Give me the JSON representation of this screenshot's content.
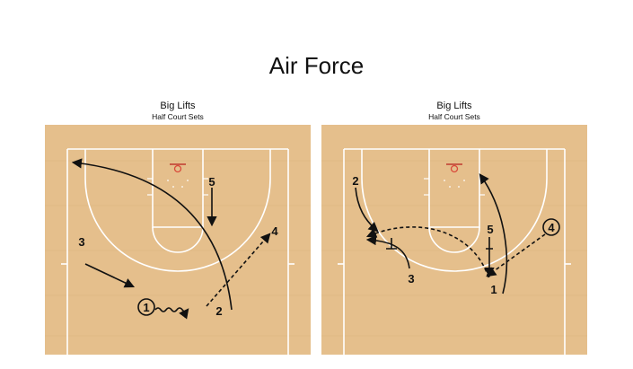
{
  "page": {
    "title": "Air Force"
  },
  "panels": [
    {
      "header": "Big Lifts",
      "subheader": "Half Court Sets",
      "labels": {
        "p1": "1",
        "p2": "2",
        "p3": "3",
        "p4": "4",
        "p5": "5"
      }
    },
    {
      "header": "Big Lifts",
      "subheader": "Half Court Sets",
      "labels": {
        "p1": "1",
        "p2": "2",
        "p3": "3",
        "p4": "4",
        "p5": "5"
      }
    }
  ],
  "colors": {
    "court_wood": "#e5bf8c",
    "court_lines": "#ffffff",
    "rim": "#d94a3a",
    "ink": "#111111"
  }
}
